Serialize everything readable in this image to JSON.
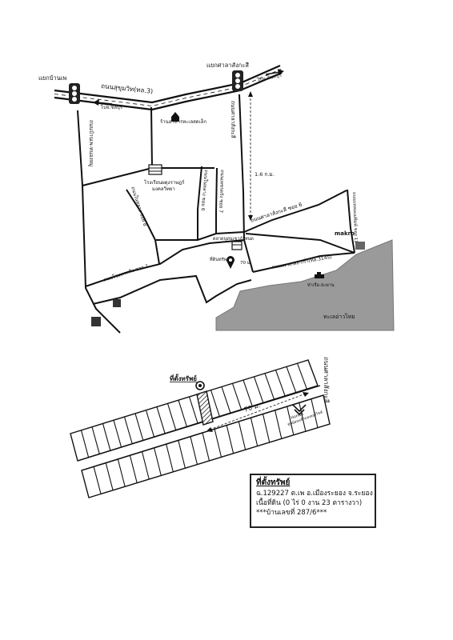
{
  "map_top": {
    "intersections": {
      "left": "แยกบ้านเพ",
      "right": "แยกศาลาสังกะสี"
    },
    "roads": {
      "sukhumvit": "ถนนสุขุมวิท(ทล.3)",
      "to_chonburi": "ไปจ.ชลบุรี",
      "to_chanthaburi": "ไปจ.จันทบุรี",
      "ban_phe_nanong": "ถนนบ้านเพ-หนองหมู",
      "sala_sangkasi": "ถนนศาลาสังกะสี",
      "nai_lang_8": "ถนนในหลาง ซอย 8",
      "nai_lang_6": "ถนนในหลาง ซอย 6",
      "nai_lang_7": "ถนนเพชรตรัง ซอย 7",
      "soi6_sala": "ถนนศาลาสังกะสี ซอย 6",
      "kaeng_soi1": "ถนนโขดกระทิง ซอย 1",
      "soi11": "ถนนแหลมแม่พิมพ์ ซอย 11",
      "coastal": "ถนนเพ-แกลง-กร่ำ(ทล.3145)"
    },
    "distance": "1.6 ก.ม.",
    "distance_small": "70 ม.",
    "landmarks": {
      "restaurant": "ร้านอาหารทะเลสดเล็ก",
      "school": "โรงเรียนผดุงราษฎร์",
      "school2": "มงคลวิทยา",
      "market": "ตลาดนุดนเขากำหนด",
      "property": "ที่ดินทรัพย์",
      "makro": "makro",
      "pier": "ท่าเรือ-สะพาน"
    },
    "sea": "ทะเลอ่าวไทย"
  },
  "map_bottom": {
    "property_label": "ที่ตั้งทรัพย์",
    "road_label": "ถนนศาลาสังกะสี",
    "distance": "70 ม.",
    "honda_label": "Honda",
    "honda_sub": "ศูนย์ฮอนด้ามอเตอร์ไซค์"
  },
  "info": {
    "title": "ที่ตั้งทรัพย์",
    "line1": "ฉ.129227 ต.เพ อ.เมืองระยอง จ.ระยอง",
    "line2": "เนื้อที่ดิน (0 ไร่ 0 งาน 23 ตารางวา)",
    "line3": "***บ้านเลขที่ 287/6***"
  },
  "colors": {
    "sea": "#9a9a9a",
    "road": "#111111",
    "property": "#444444"
  }
}
